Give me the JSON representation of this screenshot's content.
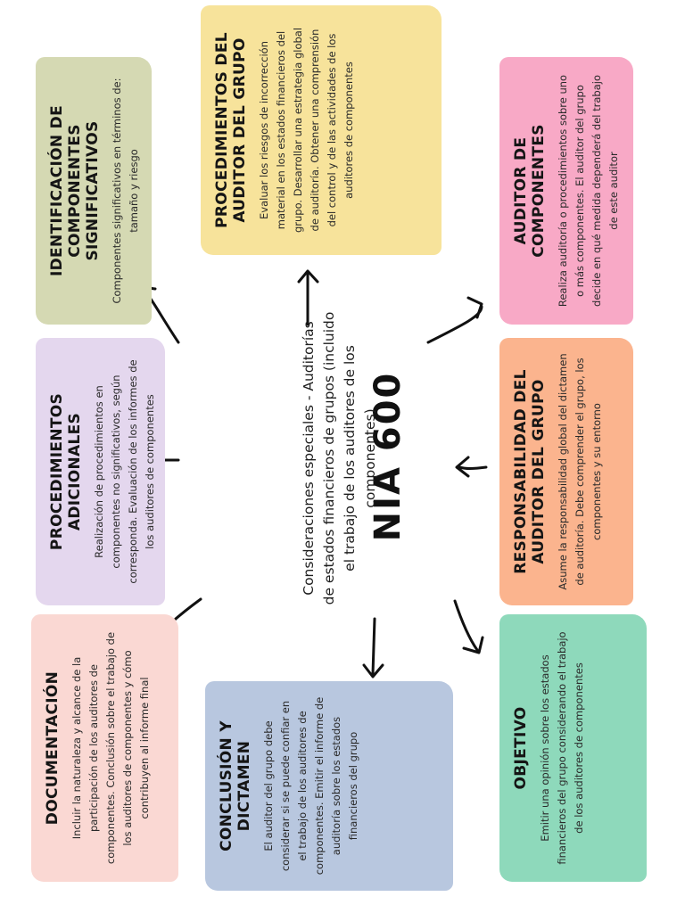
{
  "center": {
    "title": "NIA 600",
    "subtitle": "Consideraciones especiales - Auditorías de estados financieros de grupos (incluido el trabajo de los auditores de los componentes)"
  },
  "cards": {
    "auditor_componentes": {
      "title": "AUDITOR DE COMPONENTES",
      "body": "Realiza auditoría o procedimientos sobre uno o más componentes. El auditor del grupo decide en qué medida dependerá del trabajo de este auditor",
      "color": "#f8a9c6"
    },
    "procedimientos_auditor_grupo": {
      "title": "PROCEDIMIENTOS DEL AUDITOR DEL GRUPO",
      "body": "Evaluar los riesgos de incorrección material en los estados financieros del grupo. Desarrollar una estrategia global de auditoría. Obtener una comprensión del control y de las actividades de los auditores de componentes",
      "color": "#f7e39b"
    },
    "identificacion_componentes": {
      "title": "IDENTIFICACIÓN DE COMPONENTES SIGNIFICATIVOS",
      "body": "Componentes significativos en términos de: tamaño y riesgo",
      "color": "#d5d9b3"
    },
    "responsabilidad_auditor_grupo": {
      "title": "RESPONSABILIDAD DEL AUDITOR DEL GRUPO",
      "body": "Asume la responsabilidad global del dictamen de auditoría. Debe comprender el grupo, los componentes y su entorno",
      "color": "#fbb48e"
    },
    "procedimientos_adicionales": {
      "title": "PROCEDIMIENTOS ADICIONALES",
      "body": "Realización de procedimientos en componentes no significativos, según corresponda. Evaluación de los informes de los auditores de componentes",
      "color": "#e4d7ee"
    },
    "objetivo": {
      "title": "OBJETIVO",
      "body": "Emitir una opinión sobre los estados financieros del grupo considerando el trabajo de los auditores de componentes",
      "color": "#8ed9bb"
    },
    "conclusion_dictamen": {
      "title": "CONCLUSIÓN Y DICTAMEN",
      "body": "El auditor del grupo debe considerar si se puede confiar en el trabajo de los auditores de componentes. Emitir el informe de auditoría sobre los estados financieros del grupo",
      "color": "#b8c7df"
    },
    "documentacion": {
      "title": "DOCUMENTACIÓN",
      "body": "Incluir la naturaleza y alcance de la participación de los auditores de componentes. Conclusión sobre el trabajo de los auditores de componentes y cómo contribuyen al informe final",
      "color": "#fad8d3"
    }
  }
}
